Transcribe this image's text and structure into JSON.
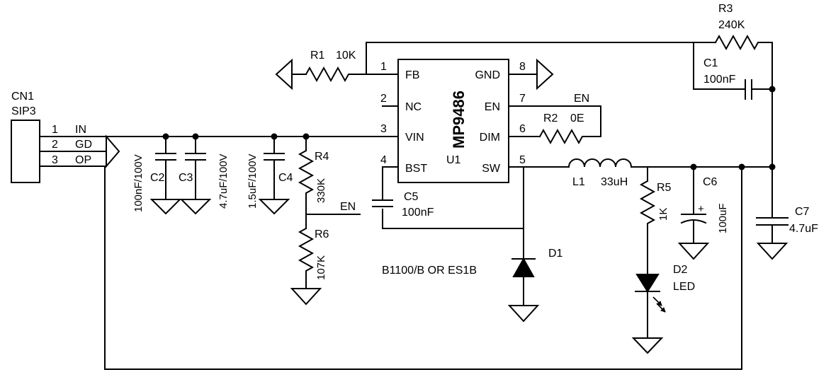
{
  "connector": {
    "ref": "CN1",
    "type": "SIP3",
    "pins": [
      {
        "num": "1",
        "name": "IN"
      },
      {
        "num": "2",
        "name": "GD"
      },
      {
        "num": "3",
        "name": "OP"
      }
    ]
  },
  "ic": {
    "part": "MP9486",
    "ref": "U1",
    "pins": [
      {
        "num": "1",
        "name": "FB"
      },
      {
        "num": "2",
        "name": "NC"
      },
      {
        "num": "3",
        "name": "VIN"
      },
      {
        "num": "4",
        "name": "BST"
      },
      {
        "num": "8",
        "name": "GND"
      },
      {
        "num": "7",
        "name": "EN"
      },
      {
        "num": "6",
        "name": "DIM"
      },
      {
        "num": "5",
        "name": "SW"
      }
    ]
  },
  "components": {
    "r1": {
      "ref": "R1",
      "value": "10K"
    },
    "r2": {
      "ref": "R2",
      "value": "0E"
    },
    "r3": {
      "ref": "R3",
      "value": "240K"
    },
    "r4": {
      "ref": "R4",
      "value": "330K"
    },
    "r5": {
      "ref": "R5",
      "value": "1K"
    },
    "r6": {
      "ref": "R6",
      "value": "107K"
    },
    "c1": {
      "ref": "C1",
      "value": "100nF"
    },
    "c2": {
      "ref": "C2",
      "value": "100nF/100V"
    },
    "c3": {
      "ref": "C3",
      "value": "4.7uF/100V"
    },
    "c4": {
      "ref": "C4",
      "value": "1.5uF/100V"
    },
    "c5": {
      "ref": "C5",
      "value": "100nF"
    },
    "c6": {
      "ref": "C6",
      "value": "100uF",
      "polarity": "+"
    },
    "c7": {
      "ref": "C7",
      "value": "4.7uF"
    },
    "l1": {
      "ref": "L1",
      "value": "33uH"
    },
    "d1": {
      "ref": "D1",
      "value": "B1100/B OR ES1B"
    },
    "d2": {
      "ref": "D2",
      "value": "LED"
    }
  },
  "nets": {
    "en_label_top": "EN",
    "en_label_divider": "EN"
  }
}
